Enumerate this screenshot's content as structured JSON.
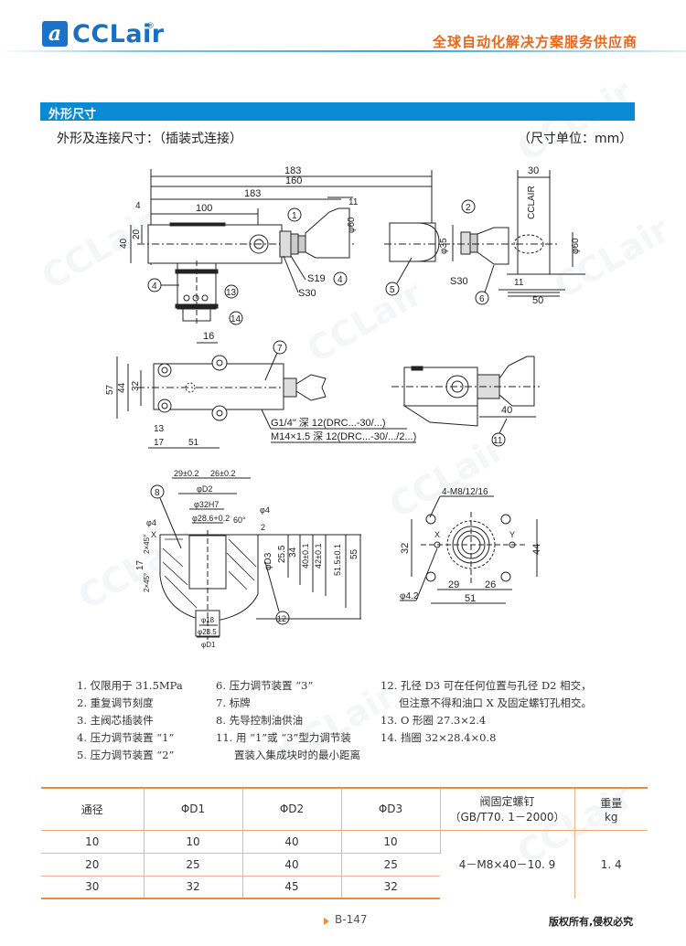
{
  "header": {
    "logo_glyph": "a",
    "logo_text": "CCLair",
    "logo_registered": "®",
    "slogan": "全球自动化解决方案服务供应商"
  },
  "section": {
    "title": "外形尺寸",
    "subtitle": "外形及连接尺寸：（插装式连接）",
    "unit": "（尺寸单位：mm）"
  },
  "drawing": {
    "top_view": {
      "dims": [
        "183",
        "160",
        "183",
        "100",
        "4",
        "11",
        "40",
        "20",
        "φ60",
        "S19",
        "S30"
      ],
      "callouts": [
        "1",
        "4",
        "4",
        "13",
        "14"
      ]
    },
    "side_view": {
      "dims": [
        "30",
        "φ35",
        "φ60",
        "S30",
        "11",
        "50"
      ],
      "label": "CCLAIR",
      "callouts": [
        "2",
        "5",
        "6"
      ]
    },
    "front_view": {
      "dims": [
        "16",
        "57",
        "44",
        "32",
        "13",
        "17",
        "51"
      ],
      "callouts": [
        "7"
      ],
      "port_note_1": "G1/4\" 深 12(DRC...-30/...)",
      "port_note_2": "M14×1.5 深 12(DRC...-30/.../2...)"
    },
    "right_view": {
      "dims": [
        "40"
      ],
      "callouts": [
        "11"
      ]
    },
    "section_view": {
      "dims": [
        "29±0.2",
        "26±0.2",
        "φD2",
        "φ32H7",
        "φ28.6+0.2",
        "φ4",
        "60°",
        "φ4",
        "X",
        "2",
        "2×45°",
        "17",
        "2×45°",
        "25.5",
        "34",
        "40±0.1",
        "42±0.1",
        "51.5±0.1",
        "55",
        "φD3",
        "φ18",
        "φ23.5",
        "φD1"
      ],
      "callouts": [
        "8",
        "12"
      ]
    },
    "port_view": {
      "dims": [
        "4-M8/12/16",
        "X",
        "Y",
        "32",
        "44",
        "φ4.2",
        "29",
        "26",
        "51"
      ]
    }
  },
  "notes": {
    "col1": [
      "1. 仅限用于 31.5MPa",
      "2. 重复调节刻度",
      "3. 主阀芯插装件",
      "4. 压力调节装置 “1”",
      "5. 压力调节装置 “2”"
    ],
    "col2": [
      "6. 压力调节装置 “3”",
      "7. 标牌",
      "8. 先导控制油供油",
      "11. 用 “1”或 “3”型力调节装",
      "    置装入集成块时的最小距离"
    ],
    "col3": [
      "12. 孔径 D3 可在任何位置与孔径 D2 相交，",
      "    但注意不得和油口 X 及固定螺钉孔相交。",
      "13. O 形圈 27.3×2.4",
      "14. 挡圈 32×28.4×0.8"
    ]
  },
  "table": {
    "headers": [
      "通径",
      "ΦD1",
      "ΦD2",
      "ΦD3",
      "阀固定螺钉",
      "重量"
    ],
    "header_sub": [
      "",
      "",
      "",
      "",
      "（GB/T70. 1－2000）",
      "kg"
    ],
    "rows": [
      [
        "10",
        "10",
        "40",
        "10"
      ],
      [
        "20",
        "25",
        "40",
        "25"
      ],
      [
        "30",
        "32",
        "45",
        "32"
      ]
    ],
    "screw": "4－M8×40－10. 9",
    "weight": "1. 4"
  },
  "footer": {
    "page": "B-147",
    "copyright": "版权所有,侵权必究"
  },
  "colors": {
    "brand_blue": "#0a8ad4",
    "slogan_orange": "#e8671a",
    "table_orange": "#f08a3c"
  }
}
